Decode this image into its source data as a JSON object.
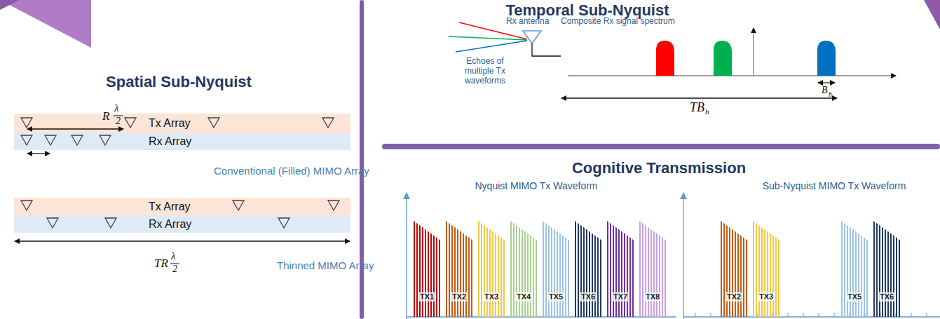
{
  "diagram": {
    "nodes": [
      {
        "text": [
          "Tx Array"
        ]
      },
      {
        "text": [
          "Rx Array"
        ]
      },
      {
        "text": [
          "Tx Array"
        ]
      },
      {
        "text": [
          "Rx Array"
        ]
      },
      {
        "text": [
          "TX1"
        ]
      },
      {
        "text": [
          "TX2"
        ]
      },
      {
        "text": [
          "TX3"
        ]
      },
      {
        "text": [
          "TX4"
        ]
      },
      {
        "text": [
          "TX5"
        ]
      },
      {
        "text": [
          "TX6"
        ]
      },
      {
        "text": [
          "TX7"
        ]
      },
      {
        "text": [
          "TX8"
        ]
      },
      {
        "text": [
          "TX2"
        ]
      },
      {
        "text": [
          "TX3"
        ]
      },
      {
        "text": [
          "TX5"
        ]
      },
      {
        "text": [
          "TX6"
        ]
      }
    ],
    "labels": [
      "Spatial Sub-Nyquist",
      "R",
      "λ",
      "2",
      "Conventional (Filled) MIMO Array",
      "TR",
      "λ",
      "2",
      "Thinned MIMO Array",
      "Temporal Sub-Nyquist",
      "Rx antenna",
      "Composite Rx signal spectrum",
      "Echoes of multiple Tx waveforms",
      "B",
      "h",
      "TB",
      "h",
      "Cognitive Transmission",
      "Nyquist MIMO Tx Waveform",
      "Sub-Nyquist MIMO Tx Waveform"
    ]
  }
}
